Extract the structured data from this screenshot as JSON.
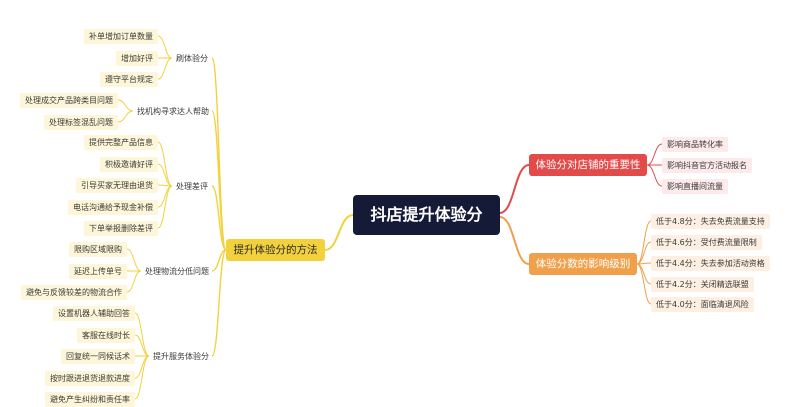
{
  "root": "抖店提升体验分",
  "branches": {
    "methods": {
      "label": "提升体验分的方法",
      "groups": {
        "g1": {
          "label": "刷体验分",
          "items": [
            "补单增加订单数量",
            "增加好评",
            "遵守平台规定"
          ]
        },
        "g2": {
          "label": "找机构寻求达人帮助",
          "items": [
            "处理成交产品跨类目问题",
            "处理标签混乱问题"
          ]
        },
        "g3": {
          "label": "处理差评",
          "items": [
            "提供完整产品信息",
            "积极邀请好评",
            "引导买家无理由退货",
            "电话沟通给予现金补偿",
            "下单举报删除差评"
          ]
        },
        "g4": {
          "label": "处理物流分低问题",
          "items": [
            "限购区域限购",
            "延迟上传单号",
            "避免与反馈较差的物流合作"
          ]
        },
        "g5": {
          "label": "提升服务体验分",
          "items": [
            "设置机器人辅助回答",
            "客服在线时长",
            "回复统一同候话术",
            "按时跟进退货退款进度",
            "避免产生纠纷和责任率"
          ]
        }
      }
    },
    "importance": {
      "label": "体验分对店铺的重要性",
      "items": [
        "影响商品转化率",
        "影响抖音官方活动报名",
        "影响直播间流量"
      ]
    },
    "levels": {
      "label": "体验分数的影响级别",
      "items": [
        "低于4.8分：失去免费流量支持",
        "低于4.6分：受付费流量限制",
        "低于4.4分：失去参加活动资格",
        "低于4.2分：关闭精选联盟",
        "低于4.0分：面临清退风险"
      ]
    }
  },
  "colors": {
    "root": "#151a36",
    "methods": "#f2d13c",
    "importance": "#e34a4a",
    "levels": "#f0a04b",
    "leaf_yellow": "#fdf6d8",
    "leaf_red": "#fdeaea",
    "leaf_orange": "#fdf0e2"
  }
}
